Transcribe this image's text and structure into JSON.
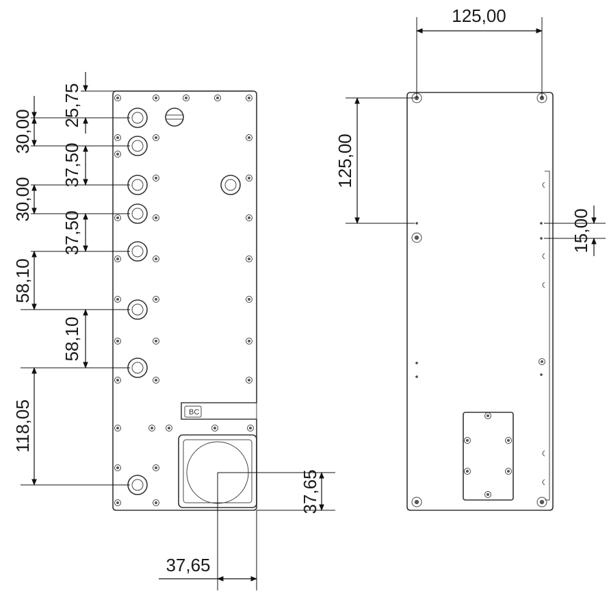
{
  "left_view": {
    "dimensions": [
      "25,75",
      "30,00",
      "37,50",
      "30,00",
      "37,50",
      "58,10",
      "58,10",
      "118,05",
      "37,65",
      "37,65"
    ],
    "connector_label": "BC"
  },
  "right_view": {
    "dimensions": [
      "125,00",
      "125,00",
      "15,00"
    ]
  },
  "colors": {
    "line": "#333333",
    "background": "#ffffff"
  }
}
